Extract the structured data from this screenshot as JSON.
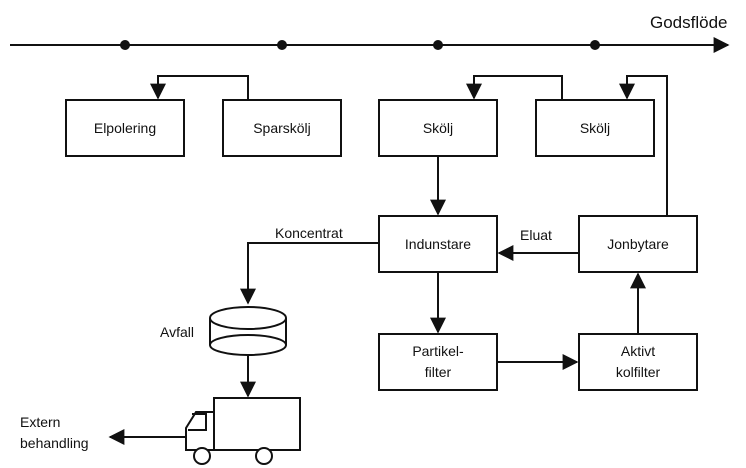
{
  "diagram": {
    "flow_label": "Godsflöde",
    "boxes": {
      "elpolering": "Elpolering",
      "sparskolj": "Sparskölj",
      "skolj1": "Skölj",
      "skolj2": "Skölj",
      "indunstare": "Indunstare",
      "jonbytare": "Jonbytare",
      "partikelfilter_1": "Partikel-",
      "partikelfilter_2": "filter",
      "aktivt_1": "Aktivt",
      "aktivt_2": "kolfilter"
    },
    "labels": {
      "koncentrat": "Koncentrat",
      "eluat": "Eluat",
      "avfall": "Avfall",
      "extern_1": "Extern",
      "extern_2": "behandling"
    }
  }
}
